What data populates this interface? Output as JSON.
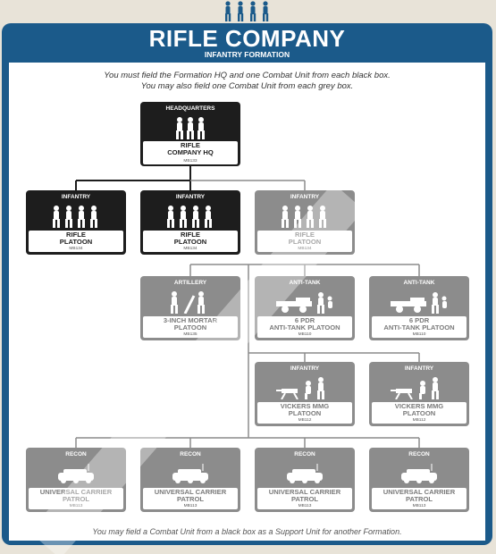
{
  "header": {
    "title": "RIFLE COMPANY",
    "subtitle": "INFANTRY FORMATION"
  },
  "instructions": {
    "line1": "You must field the Formation HQ and one Combat Unit from each black box.",
    "line2": "You may also field one Combat Unit from each grey box."
  },
  "footer": {
    "text": "You may field a Combat Unit from a black box as a Support Unit for another Formation."
  },
  "colors": {
    "frame": "#1b5a8a",
    "black_box": "#1d1d1d",
    "grey_box": "#8c8c8c"
  },
  "boxes": {
    "hq": {
      "category": "HEADQUARTERS",
      "name1": "RIFLE",
      "name2": "COMPANY HQ",
      "code": "MB133",
      "style": "black",
      "icon": "infantry-icon"
    },
    "inf1": {
      "category": "INFANTRY",
      "name1": "RIFLE",
      "name2": "PLATOON",
      "code": "MB134",
      "style": "black",
      "icon": "infantry-icon"
    },
    "inf2": {
      "category": "INFANTRY",
      "name1": "RIFLE",
      "name2": "PLATOON",
      "code": "MB134",
      "style": "black",
      "icon": "infantry-icon"
    },
    "inf3": {
      "category": "INFANTRY",
      "name1": "RIFLE",
      "name2": "PLATOON",
      "code": "MB134",
      "style": "grey",
      "icon": "infantry-icon"
    },
    "art": {
      "category": "ARTILLERY",
      "name1": "3-INCH MORTAR",
      "name2": "PLATOON",
      "code": "MB135",
      "style": "grey",
      "icon": "mortar-icon"
    },
    "at1": {
      "category": "ANTI-TANK",
      "name1": "6 PDR",
      "name2": "ANTI-TANK PLATOON",
      "code": "MB110",
      "style": "grey",
      "icon": "anti-tank-gun-icon"
    },
    "at2": {
      "category": "ANTI-TANK",
      "name1": "6 PDR",
      "name2": "ANTI-TANK PLATOON",
      "code": "MB110",
      "style": "grey",
      "icon": "anti-tank-gun-icon"
    },
    "mmg1": {
      "category": "INFANTRY",
      "name1": "VICKERS MMG",
      "name2": "PLATOON",
      "code": "MB112",
      "style": "grey",
      "icon": "machine-gun-icon"
    },
    "mmg2": {
      "category": "INFANTRY",
      "name1": "VICKERS MMG",
      "name2": "PLATOON",
      "code": "MB112",
      "style": "grey",
      "icon": "machine-gun-icon"
    },
    "recon1": {
      "category": "RECON",
      "name1": "UNIVERSAL CARRIER",
      "name2": "PATROL",
      "code": "MB113",
      "style": "grey",
      "icon": "carrier-icon"
    },
    "recon2": {
      "category": "RECON",
      "name1": "UNIVERSAL CARRIER",
      "name2": "PATROL",
      "code": "MB113",
      "style": "grey",
      "icon": "carrier-icon"
    },
    "recon3": {
      "category": "RECON",
      "name1": "UNIVERSAL CARRIER",
      "name2": "PATROL",
      "code": "MB113",
      "style": "grey",
      "icon": "carrier-icon"
    },
    "recon4": {
      "category": "RECON",
      "name1": "UNIVERSAL CARRIER",
      "name2": "PATROL",
      "code": "MB113",
      "style": "grey",
      "icon": "carrier-icon"
    }
  }
}
